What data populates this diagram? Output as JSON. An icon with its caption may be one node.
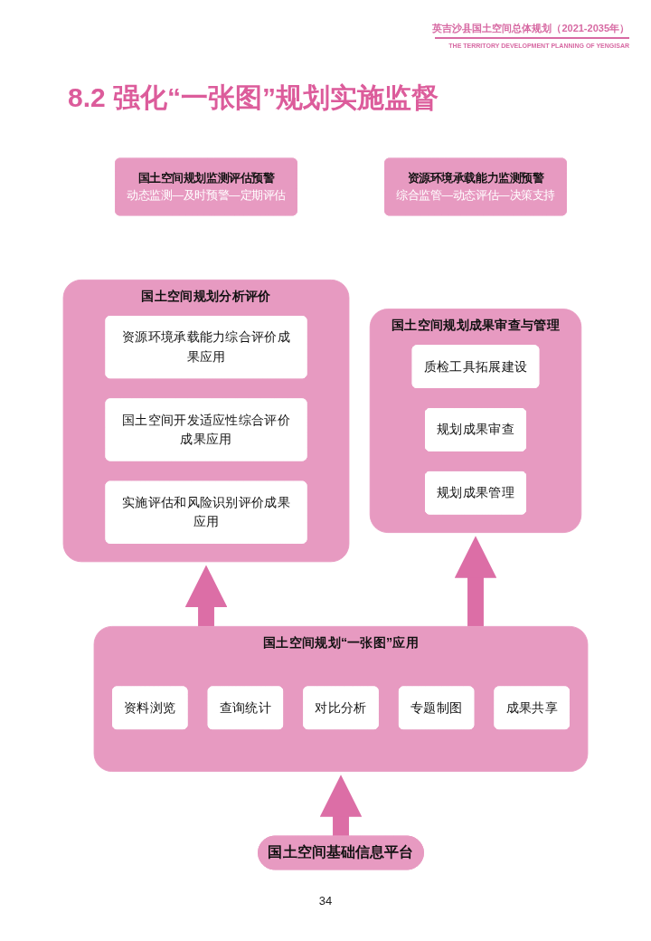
{
  "diagram": {
    "title": "8.2 强化“一张图”规划实施监督",
    "nodes": [
      {
        "text": [
          "国土空间规划监测评估预警",
          "动态监测—及时预警—定期评估"
        ]
      },
      {
        "text": [
          "资源环境承载能力监测预警",
          "综合监管—动态评估—决策支持"
        ]
      },
      {
        "text": [
          "国土空间规划分析评价"
        ]
      },
      {
        "text": [
          "资源环境承载能力综合评价成果应用"
        ],
        "in": 2
      },
      {
        "text": [
          "国土空间开发适应性综合评价成果应用"
        ],
        "in": 2
      },
      {
        "text": [
          "实施评估和风险识别评价成果应用"
        ],
        "in": 2
      },
      {
        "text": [
          "国土空间规划成果审查与管理"
        ]
      },
      {
        "text": [
          "质检工具拓展建设"
        ],
        "in": 6
      },
      {
        "text": [
          "规划成果审查"
        ],
        "in": 6
      },
      {
        "text": [
          "规划成果管理"
        ],
        "in": 6
      },
      {
        "text": [
          "国土空间规划“一张图”应用"
        ]
      },
      {
        "text": [
          "资料浏览"
        ],
        "in": 10
      },
      {
        "text": [
          "查询统计"
        ],
        "in": 10
      },
      {
        "text": [
          "对比分析"
        ],
        "in": 10
      },
      {
        "text": [
          "专题制图"
        ],
        "in": 10
      },
      {
        "text": [
          "成果共享"
        ],
        "in": 10
      },
      {
        "text": [
          "国土空间基础信息平台"
        ]
      }
    ],
    "edges": [
      {
        "from": 10,
        "to": 2,
        "arrow": "to"
      },
      {
        "from": 10,
        "to": 6,
        "arrow": "to"
      },
      {
        "from": 16,
        "to": 10,
        "arrow": "to"
      }
    ],
    "labels": [
      "英吉沙县国土空间总体规划（2021-2035年）",
      "THE TERRITORY DEVELOPMENT PLANNING OF YENGISAR",
      "34"
    ]
  }
}
